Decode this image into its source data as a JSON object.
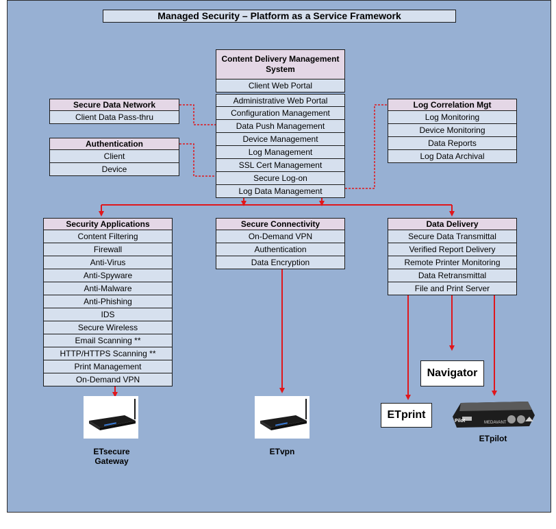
{
  "title": "Managed Security – Platform as a Service Framework",
  "cdms": {
    "header": "Content Delivery Management System",
    "items": [
      "Client Web Portal",
      "Administrative Web Portal",
      "Configuration Management",
      "Data Push Management",
      "Device Management",
      "Log Management",
      "SSL Cert Management",
      "Secure Log-on",
      "Log Data Management"
    ]
  },
  "secure_data_network": {
    "header": "Secure Data Network",
    "items": [
      "Client Data Pass-thru"
    ]
  },
  "authentication": {
    "header": "Authentication",
    "items": [
      "Client",
      "Device"
    ]
  },
  "log_correlation": {
    "header": "Log Correlation Mgt",
    "items": [
      "Log Monitoring",
      "Device Monitoring",
      "Data Reports",
      "Log Data Archival"
    ]
  },
  "security_applications": {
    "header": "Security Applications",
    "items": [
      "Content Filtering",
      "Firewall",
      "Anti-Virus",
      "Anti-Spyware",
      "Anti-Malware",
      "Anti-Phishing",
      "IDS",
      "Secure Wireless",
      "Email Scanning **",
      "HTTP/HTTPS Scanning **",
      "Print Management",
      "On-Demand VPN"
    ]
  },
  "secure_connectivity": {
    "header": "Secure Connectivity",
    "items": [
      "On-Demand VPN",
      "Authentication",
      "Data Encryption"
    ]
  },
  "data_delivery": {
    "header": "Data Delivery",
    "items": [
      "Secure Data Transmittal",
      "Verified Report Delivery",
      "Remote Printer Monitoring",
      "Data Retransmittal",
      "File and Print Server"
    ]
  },
  "devices": {
    "etsecure": "ETsecure Gateway",
    "etvpn": "ETvpn",
    "etprint": "ETprint",
    "navigator": "Navigator",
    "etpilot": "ETpilot",
    "pilot_badge": "Pilot",
    "pilot_brand": "MEDAVANT"
  },
  "colors": {
    "background": "#97b0d3",
    "cell": "#d6e0ee",
    "header": "#e4d7e6",
    "arrow": "#e0161b"
  }
}
